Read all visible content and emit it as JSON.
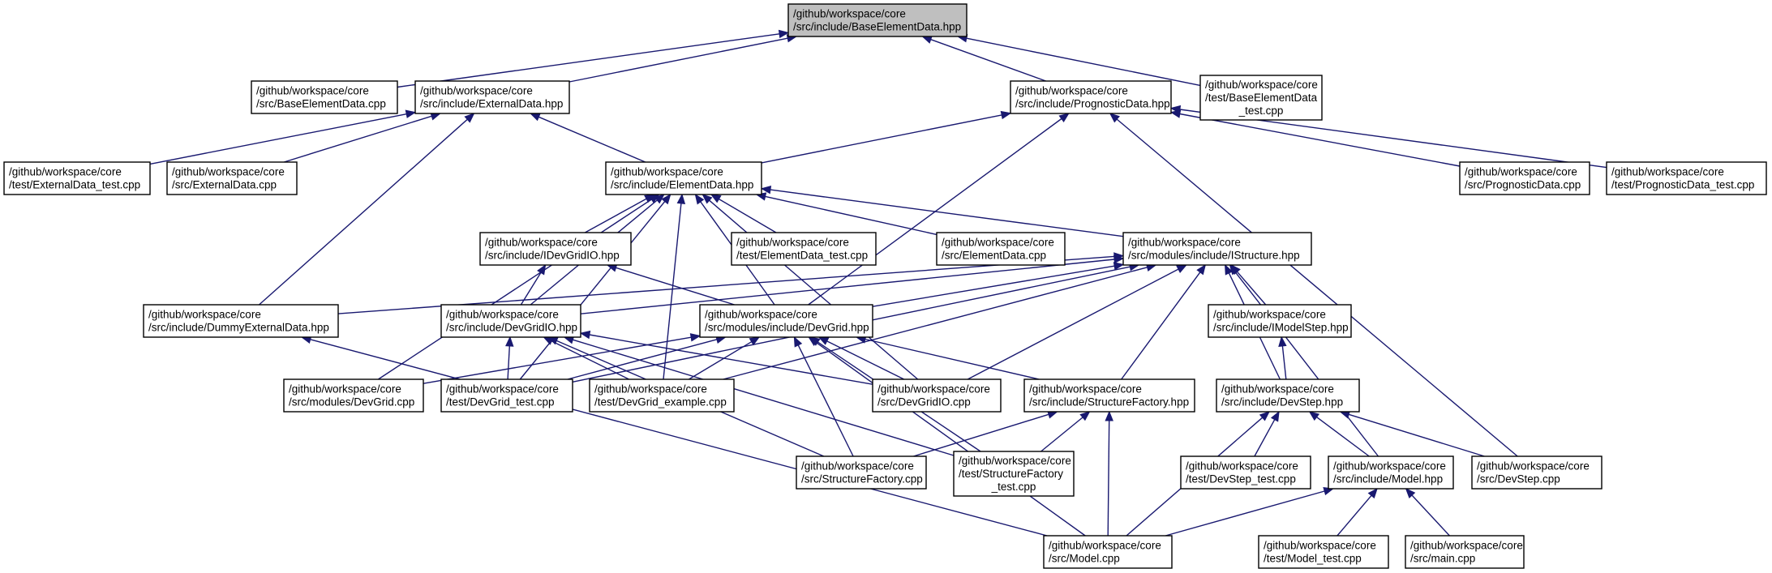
{
  "diagram": {
    "kind": "include dependency graph",
    "colors": {
      "edge": "#191970",
      "node_fill": "#ffffff",
      "highlight_fill": "#bfbfbf",
      "node_border": "#000000"
    },
    "nodes": [
      {
        "id": "BED_hpp",
        "lines": [
          "/github/workspace/core",
          "/src/include/BaseElementData.hpp"
        ],
        "highlight": true
      },
      {
        "id": "BED_cpp",
        "lines": [
          "/github/workspace/core",
          "/src/BaseElementData.cpp"
        ]
      },
      {
        "id": "ExtD_hpp",
        "lines": [
          "/github/workspace/core",
          "/src/include/ExternalData.hpp"
        ]
      },
      {
        "id": "PrgD_hpp",
        "lines": [
          "/github/workspace/core",
          "/src/include/PrognosticData.hpp"
        ]
      },
      {
        "id": "BED_test",
        "lines": [
          "/github/workspace/core",
          "/test/BaseElementData",
          "_test.cpp"
        ]
      },
      {
        "id": "ExtD_test",
        "lines": [
          "/github/workspace/core",
          "/test/ExternalData_test.cpp"
        ]
      },
      {
        "id": "ExtD_cpp",
        "lines": [
          "/github/workspace/core",
          "/src/ExternalData.cpp"
        ]
      },
      {
        "id": "ElD_hpp",
        "lines": [
          "/github/workspace/core",
          "/src/include/ElementData.hpp"
        ]
      },
      {
        "id": "PrgD_cpp",
        "lines": [
          "/github/workspace/core",
          "/src/PrognosticData.cpp"
        ]
      },
      {
        "id": "PrgD_test",
        "lines": [
          "/github/workspace/core",
          "/test/PrognosticData_test.cpp"
        ]
      },
      {
        "id": "IDGIO_hpp",
        "lines": [
          "/github/workspace/core",
          "/src/include/IDevGridIO.hpp"
        ]
      },
      {
        "id": "ElD_test",
        "lines": [
          "/github/workspace/core",
          "/test/ElementData_test.cpp"
        ]
      },
      {
        "id": "ElD_cpp",
        "lines": [
          "/github/workspace/core",
          "/src/ElementData.cpp"
        ]
      },
      {
        "id": "IStr_hpp",
        "lines": [
          "/github/workspace/core",
          "/src/modules/include/IStructure.hpp"
        ]
      },
      {
        "id": "DumExt_hpp",
        "lines": [
          "/github/workspace/core",
          "/src/include/DummyExternalData.hpp"
        ]
      },
      {
        "id": "DGIO_hpp",
        "lines": [
          "/github/workspace/core",
          "/src/include/DevGridIO.hpp"
        ]
      },
      {
        "id": "DG_hpp",
        "lines": [
          "/github/workspace/core",
          "/src/modules/include/DevGrid.hpp"
        ]
      },
      {
        "id": "IMS_hpp",
        "lines": [
          "/github/workspace/core",
          "/src/include/IModelStep.hpp"
        ]
      },
      {
        "id": "DG_cpp",
        "lines": [
          "/github/workspace/core",
          "/src/modules/DevGrid.cpp"
        ]
      },
      {
        "id": "DG_test",
        "lines": [
          "/github/workspace/core",
          "/test/DevGrid_test.cpp"
        ]
      },
      {
        "id": "DG_ex",
        "lines": [
          "/github/workspace/core",
          "/test/DevGrid_example.cpp"
        ]
      },
      {
        "id": "DGIO_cpp",
        "lines": [
          "/github/workspace/core",
          "/src/DevGridIO.cpp"
        ]
      },
      {
        "id": "SF_hpp",
        "lines": [
          "/github/workspace/core",
          "/src/include/StructureFactory.hpp"
        ]
      },
      {
        "id": "DS_hpp",
        "lines": [
          "/github/workspace/core",
          "/src/include/DevStep.hpp"
        ]
      },
      {
        "id": "SF_cpp",
        "lines": [
          "/github/workspace/core",
          "/src/StructureFactory.cpp"
        ]
      },
      {
        "id": "SF_test",
        "lines": [
          "/github/workspace/core",
          "/test/StructureFactory",
          "_test.cpp"
        ]
      },
      {
        "id": "DS_test",
        "lines": [
          "/github/workspace/core",
          "/test/DevStep_test.cpp"
        ]
      },
      {
        "id": "Mod_hpp",
        "lines": [
          "/github/workspace/core",
          "/src/include/Model.hpp"
        ]
      },
      {
        "id": "DS_cpp",
        "lines": [
          "/github/workspace/core",
          "/src/DevStep.cpp"
        ]
      },
      {
        "id": "Mod_cpp",
        "lines": [
          "/github/workspace/core",
          "/src/Model.cpp"
        ]
      },
      {
        "id": "Mod_test",
        "lines": [
          "/github/workspace/core",
          "/test/Model_test.cpp"
        ]
      },
      {
        "id": "main_cpp",
        "lines": [
          "/github/workspace/core",
          "/src/main.cpp"
        ]
      }
    ],
    "edges": [
      [
        "BED_cpp",
        "BED_hpp"
      ],
      [
        "ExtD_hpp",
        "BED_hpp"
      ],
      [
        "PrgD_hpp",
        "BED_hpp"
      ],
      [
        "BED_test",
        "BED_hpp"
      ],
      [
        "ExtD_test",
        "ExtD_hpp"
      ],
      [
        "ExtD_cpp",
        "ExtD_hpp"
      ],
      [
        "ElD_hpp",
        "ExtD_hpp"
      ],
      [
        "DumExt_hpp",
        "ExtD_hpp"
      ],
      [
        "ElD_hpp",
        "PrgD_hpp"
      ],
      [
        "PrgD_cpp",
        "PrgD_hpp"
      ],
      [
        "PrgD_test",
        "PrgD_hpp"
      ],
      [
        "DS_cpp",
        "PrgD_hpp"
      ],
      [
        "DG_hpp",
        "PrgD_hpp"
      ],
      [
        "IDGIO_hpp",
        "ElD_hpp"
      ],
      [
        "ElD_test",
        "ElD_hpp"
      ],
      [
        "ElD_cpp",
        "ElD_hpp"
      ],
      [
        "IStr_hpp",
        "ElD_hpp"
      ],
      [
        "DGIO_hpp",
        "ElD_hpp"
      ],
      [
        "DG_hpp",
        "ElD_hpp"
      ],
      [
        "DG_cpp",
        "ElD_hpp"
      ],
      [
        "DG_test",
        "ElD_hpp"
      ],
      [
        "DG_ex",
        "ElD_hpp"
      ],
      [
        "DGIO_cpp",
        "ElD_hpp"
      ],
      [
        "DGIO_hpp",
        "IDGIO_hpp"
      ],
      [
        "DG_hpp",
        "IDGIO_hpp"
      ],
      [
        "DumExt_hpp",
        "IStr_hpp"
      ],
      [
        "DGIO_hpp",
        "IStr_hpp"
      ],
      [
        "DG_hpp",
        "IStr_hpp"
      ],
      [
        "IMS_hpp",
        "IStr_hpp"
      ],
      [
        "DG_test",
        "IStr_hpp"
      ],
      [
        "DG_ex",
        "IStr_hpp"
      ],
      [
        "DGIO_cpp",
        "IStr_hpp"
      ],
      [
        "SF_hpp",
        "IStr_hpp"
      ],
      [
        "DS_hpp",
        "IStr_hpp"
      ],
      [
        "Mod_hpp",
        "IStr_hpp"
      ],
      [
        "Mod_cpp",
        "DumExt_hpp"
      ],
      [
        "DG_test",
        "DGIO_hpp"
      ],
      [
        "DG_ex",
        "DGIO_hpp"
      ],
      [
        "DGIO_cpp",
        "DGIO_hpp"
      ],
      [
        "SF_cpp",
        "DGIO_hpp"
      ],
      [
        "SF_test",
        "DGIO_hpp"
      ],
      [
        "DG_cpp",
        "DG_hpp"
      ],
      [
        "DG_test",
        "DG_hpp"
      ],
      [
        "DG_ex",
        "DG_hpp"
      ],
      [
        "DGIO_cpp",
        "DG_hpp"
      ],
      [
        "SF_hpp",
        "DG_hpp"
      ],
      [
        "SF_cpp",
        "DG_hpp"
      ],
      [
        "SF_test",
        "DG_hpp"
      ],
      [
        "Mod_cpp",
        "DG_hpp"
      ],
      [
        "DS_hpp",
        "IMS_hpp"
      ],
      [
        "SF_cpp",
        "SF_hpp"
      ],
      [
        "SF_test",
        "SF_hpp"
      ],
      [
        "Mod_cpp",
        "SF_hpp"
      ],
      [
        "DS_test",
        "DS_hpp"
      ],
      [
        "Mod_hpp",
        "DS_hpp"
      ],
      [
        "DS_cpp",
        "DS_hpp"
      ],
      [
        "Mod_cpp",
        "DS_hpp"
      ],
      [
        "Mod_cpp",
        "Mod_hpp"
      ],
      [
        "Mod_test",
        "Mod_hpp"
      ],
      [
        "main_cpp",
        "Mod_hpp"
      ]
    ]
  }
}
